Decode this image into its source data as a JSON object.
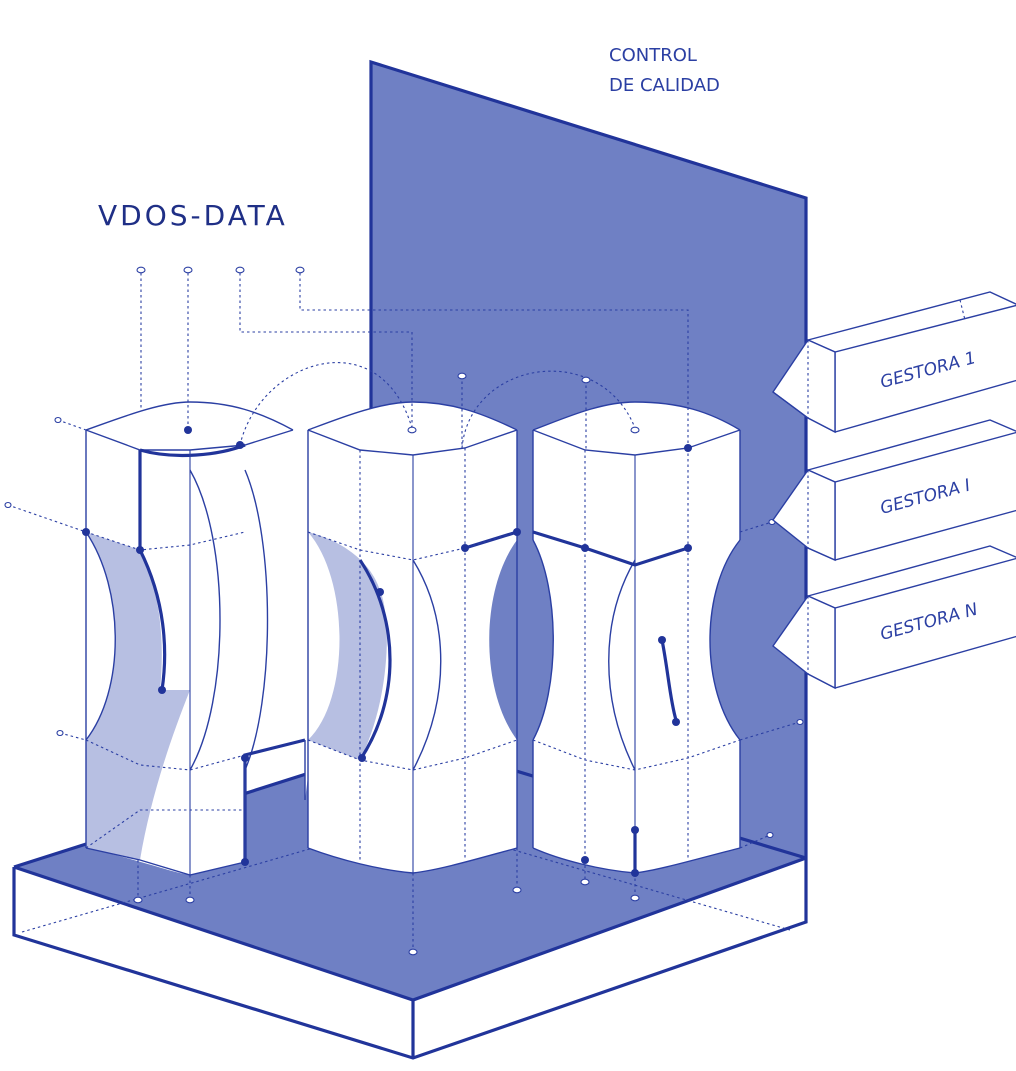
{
  "labels": {
    "quality_control_line1": "CONTROL",
    "quality_control_line2": "DE CALIDAD",
    "brand": "VDOS-DATA",
    "gestora_1": "GESTORA 1",
    "gestora_i": "GESTORA I",
    "gestora_n": "GESTORA N"
  },
  "colors": {
    "primary": "#2b3fa3",
    "wall_fill": "#6f80c4",
    "shade_fill": "#b7bfe2",
    "background": "#ffffff"
  }
}
